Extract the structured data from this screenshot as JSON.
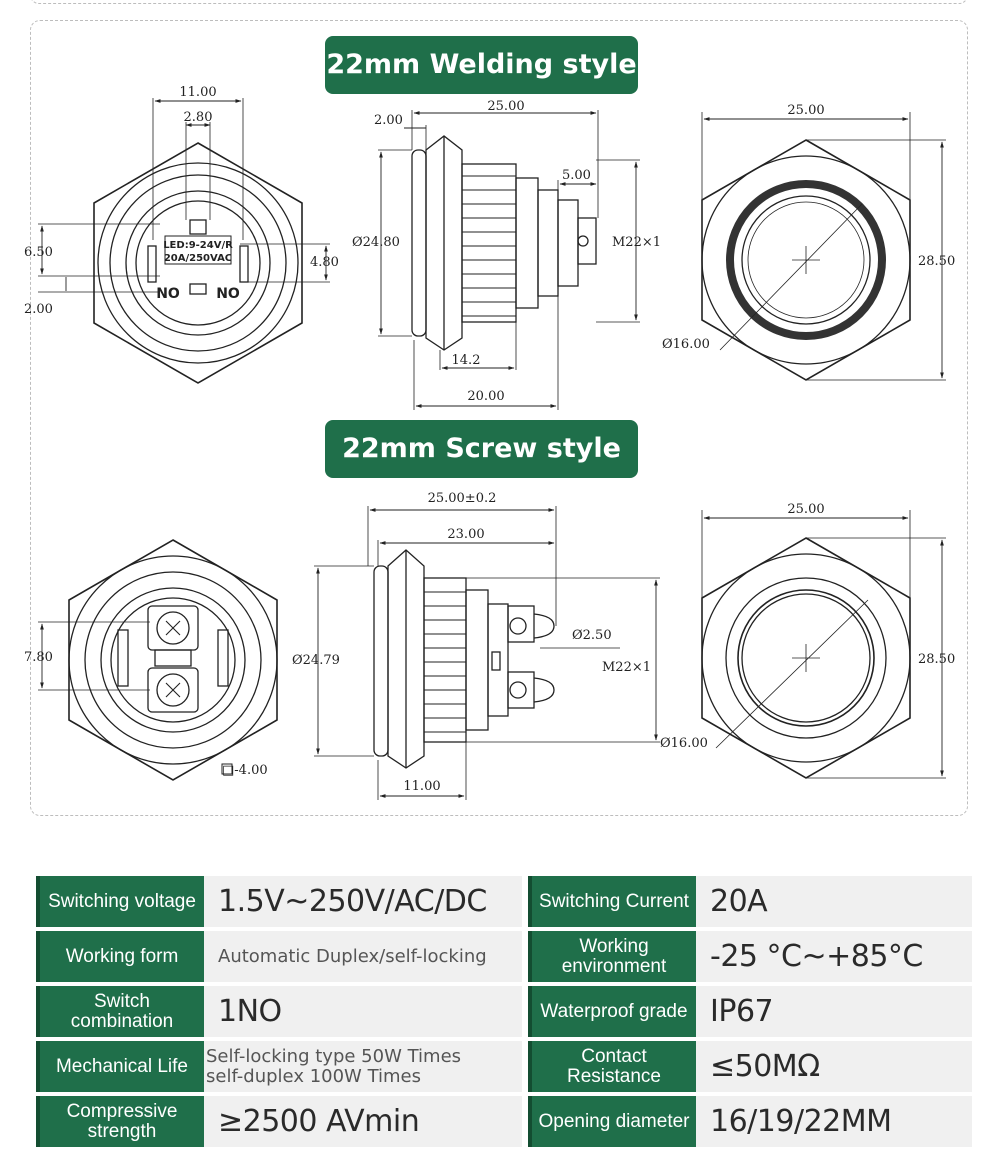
{
  "sections": {
    "welding_title": "22mm Welding style",
    "screw_title": "22mm Screw style"
  },
  "welding": {
    "back": {
      "dim_width": "11.00",
      "dim_inner": "2.80",
      "dim_left_a": "6.50",
      "dim_left_b": "2.00",
      "dim_right": "4.80",
      "text_led": "LED:9-24V/R",
      "text_rating": "20A/250VAC",
      "text_no_left": "NO",
      "text_no_right": "NO"
    },
    "side": {
      "dim_total": "25.00",
      "dim_flange": "2.00",
      "dim_terminal": "5.00",
      "dim_diameter": "Ø24.80",
      "dim_thread": "M22×1",
      "dim_body": "14.2",
      "dim_base": "20.00"
    },
    "front": {
      "dim_width": "25.00",
      "dim_height": "28.50",
      "dim_inner": "Ø16.00"
    }
  },
  "screw": {
    "back": {
      "dim_left": "7.80",
      "dim_square": "□-4.00"
    },
    "side": {
      "dim_total": "25.00±0.2",
      "dim_body": "23.00",
      "dim_diameter": "Ø24.79",
      "dim_screw": "Ø2.50",
      "dim_thread": "M22×1",
      "dim_base": "11.00"
    },
    "front": {
      "dim_width": "25.00",
      "dim_height": "28.50",
      "dim_inner": "Ø16.00"
    }
  },
  "specs": [
    {
      "label": "Switching voltage",
      "value": "1.5V~250V/AC/DC",
      "label2": "Switching Current",
      "value2": "20A"
    },
    {
      "label": "Working form",
      "value": "Automatic Duplex/self-locking",
      "label2": "Working\nenvironment",
      "value2": "-25 °C~+85°C"
    },
    {
      "label": "Switch\ncombination",
      "value": "1NO",
      "label2": "Waterproof grade",
      "value2": "IP67"
    },
    {
      "label": "Mechanical Life",
      "value": "Self-locking type 50W Times\nself-duplex 100W Times",
      "label2": "Contact\nResistance",
      "value2": "≤50MΩ"
    },
    {
      "label": "Compressive\nstrength",
      "value": "≥2500 AVmin",
      "label2": "Opening diameter",
      "value2": "16/19/22MM"
    }
  ],
  "colors": {
    "accent": "#1f6f4a",
    "cell_bg": "#f0f0f0"
  }
}
